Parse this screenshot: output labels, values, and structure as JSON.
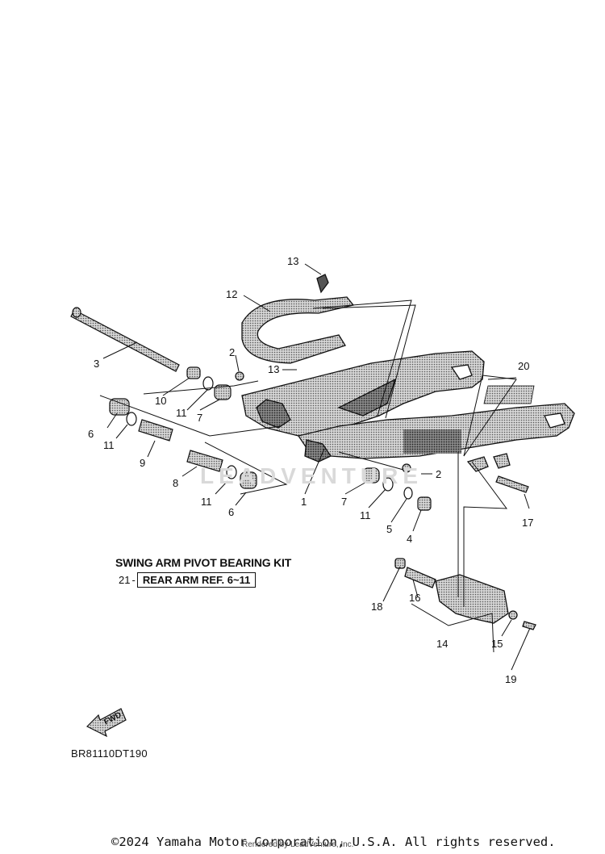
{
  "callouts": {
    "c1": "1",
    "c2a": "2",
    "c2b": "2",
    "c3": "3",
    "c4": "4",
    "c5": "5",
    "c6a": "6",
    "c6b": "6",
    "c7a": "7",
    "c7b": "7",
    "c8": "8",
    "c9": "9",
    "c10": "10",
    "c11a": "11",
    "c11b": "11",
    "c11c": "11",
    "c11d": "11",
    "c12": "12",
    "c13a": "13",
    "c13b": "13",
    "c14": "14",
    "c15": "15",
    "c16": "16",
    "c17": "17",
    "c18": "18",
    "c19": "19",
    "c20": "20"
  },
  "kit": {
    "title": "SWING ARM PIVOT BEARING KIT",
    "number": "21",
    "dash": "-",
    "ref": "REAR ARM REF. 6~11"
  },
  "fwd_label": "FWD",
  "diagram_code": "BR81110DT190",
  "watermark": "LEADVENTURE",
  "copyright": "©2024 Yamaha Motor Corporation, U.S.A. All rights reserved.",
  "rendered_by": "Rendered by LeadVenture, Inc."
}
